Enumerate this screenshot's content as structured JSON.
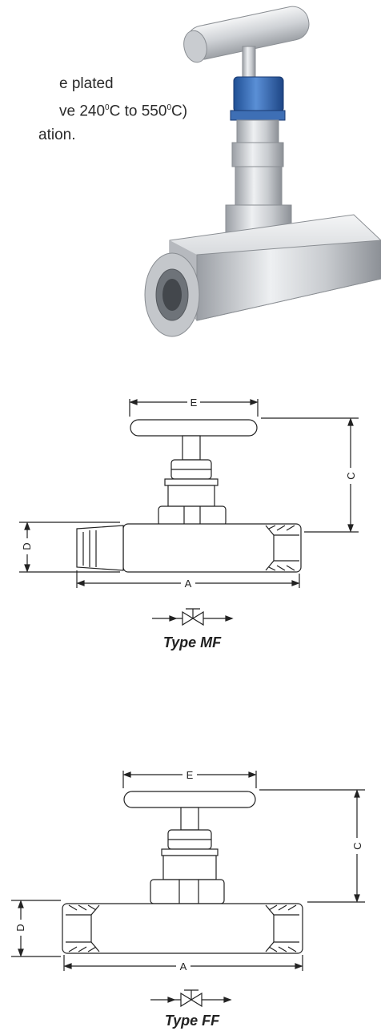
{
  "intro": {
    "line1": "e plated",
    "line2_before": "ve 240",
    "line2_sup1": "0",
    "line2_mid": "C to 550",
    "line2_sup2": "0",
    "line2_after": "C)",
    "line3": "ation."
  },
  "product_photo": {
    "icon": "needle-valve-photo",
    "cap_color": "#3b6fb8"
  },
  "drawings": {
    "mf": {
      "type_label": "Type MF",
      "dim_a": "A",
      "dim_c": "C",
      "dim_d": "D",
      "dim_e": "E"
    },
    "ff": {
      "type_label": "Type FF",
      "dim_a": "A",
      "dim_c": "C",
      "dim_d": "D",
      "dim_e": "E"
    }
  }
}
